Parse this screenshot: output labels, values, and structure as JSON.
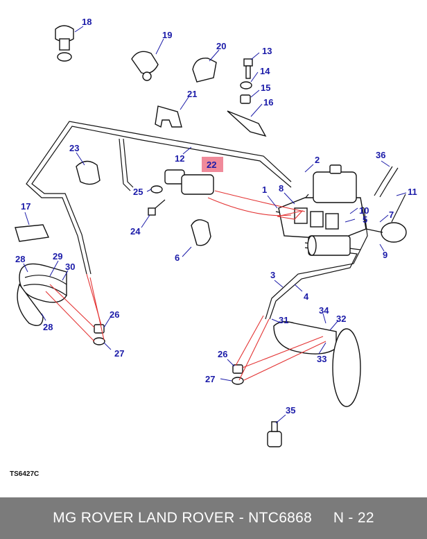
{
  "diagram": {
    "callouts": [
      "1",
      "2",
      "3",
      "4",
      "5",
      "6",
      "7",
      "8",
      "9",
      "10",
      "11",
      "12",
      "13",
      "14",
      "15",
      "16",
      "17",
      "18",
      "19",
      "20",
      "21",
      "22",
      "23",
      "24",
      "25",
      "26",
      "27",
      "28",
      "29",
      "30",
      "31",
      "32",
      "33",
      "34",
      "35",
      "36"
    ],
    "highlighted": "22",
    "reference_code": "TS6427C"
  },
  "footer": {
    "title": "MG ROVER LAND ROVER - NTC6868",
    "page": "N - 22"
  },
  "colors": {
    "callout": "#1a1aa8",
    "highlight": "#f08a9a",
    "red_lines": "#e33333",
    "footer_bg": "#7b7b7b"
  }
}
